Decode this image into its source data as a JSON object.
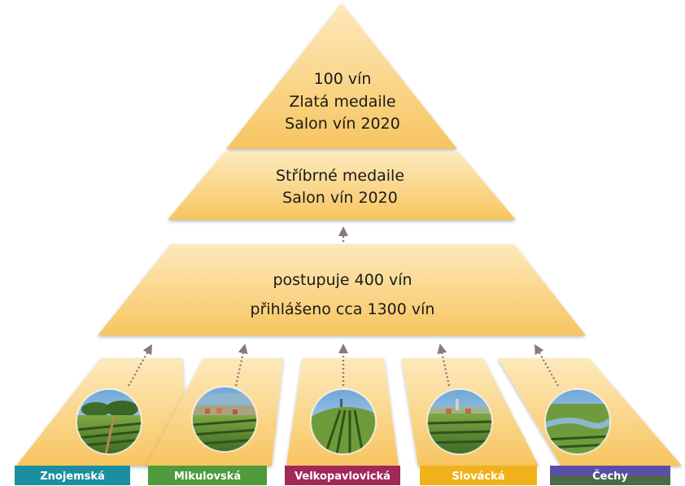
{
  "pyramid": {
    "top": {
      "line1": "100 vín",
      "line2": "Zlatá medaile",
      "line3": "Salon vín 2020"
    },
    "middle": {
      "line1": "Stříbrné medaile",
      "line2": "Salon vín 2020"
    },
    "base": {
      "line1": "postupuje 400 vín",
      "line2": "přihlášeno cca 1300 vín"
    }
  },
  "regions": [
    {
      "label": "Znojemská",
      "color": "#1b8ea0",
      "photo": "vineyard-trees-photo"
    },
    {
      "label": "Mikulovská",
      "color": "#4e9a3c",
      "photo": "vineyard-lake-town-photo"
    },
    {
      "label": "Velkopavlovická",
      "color": "#a3285a",
      "photo": "vineyard-hill-photo"
    },
    {
      "label": "Slovácká",
      "color": "#f0b21b",
      "photo": "vineyard-village-photo"
    },
    {
      "label": "Čechy",
      "color": "#5a4ea8",
      "photo": "vineyard-river-photo"
    }
  ],
  "colors": {
    "fill_light": "#fde7b5",
    "fill_dark": "#f6c35a",
    "arrow": "#8a7a78"
  }
}
